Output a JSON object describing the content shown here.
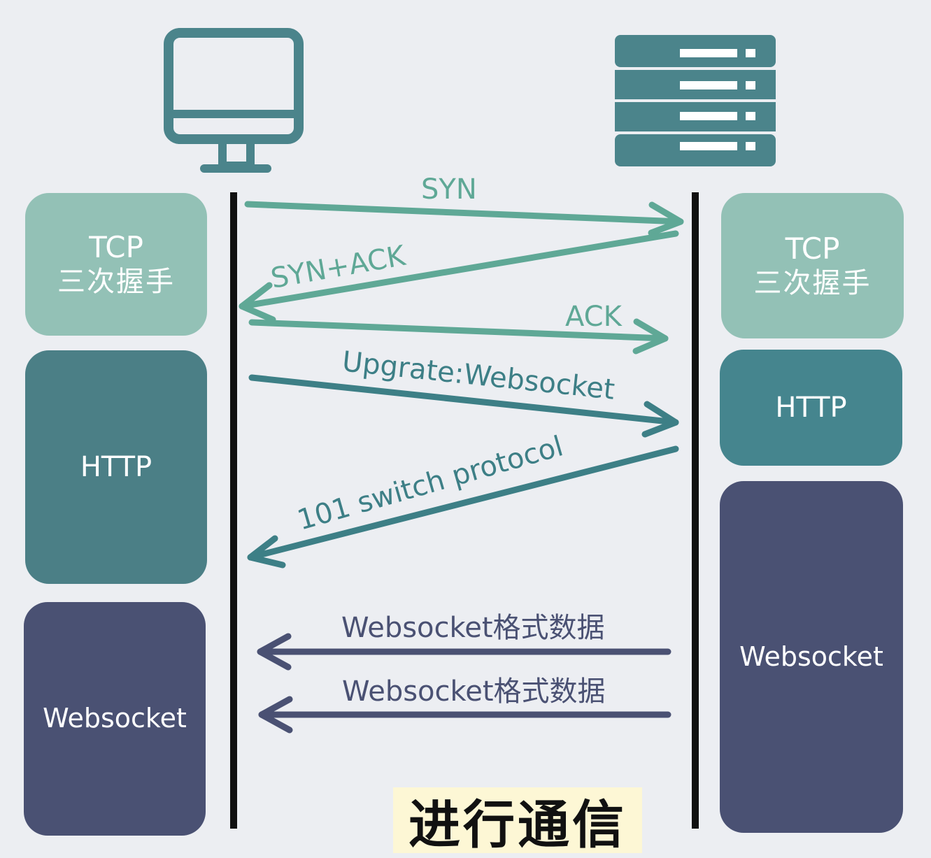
{
  "client": {
    "tcp_line1": "TCP",
    "tcp_line2": "三次握手",
    "http": "HTTP",
    "websocket": "Websocket"
  },
  "server": {
    "tcp_line1": "TCP",
    "tcp_line2": "三次握手",
    "http": "HTTP",
    "websocket": "Websocket"
  },
  "messages": {
    "syn": "SYN",
    "syn_ack": "SYN+ACK",
    "ack": "ACK",
    "upgrade": "Upgrate:Websocket",
    "switch": "101  switch  protocol",
    "ws_data_1": "Websocket格式数据",
    "ws_data_2": "Websocket格式数据"
  },
  "caption": "进行通信",
  "colors": {
    "background": "#eceef2",
    "icon": "#4b848b",
    "handshake_arrow": "#5fa896",
    "http_arrow": "#3d7f86",
    "ws_arrow": "#4a5173",
    "tcp_block": "#93c1b6",
    "http_block": "#4b7f86",
    "ws_block": "#4a5173",
    "timeline": "#111111"
  }
}
